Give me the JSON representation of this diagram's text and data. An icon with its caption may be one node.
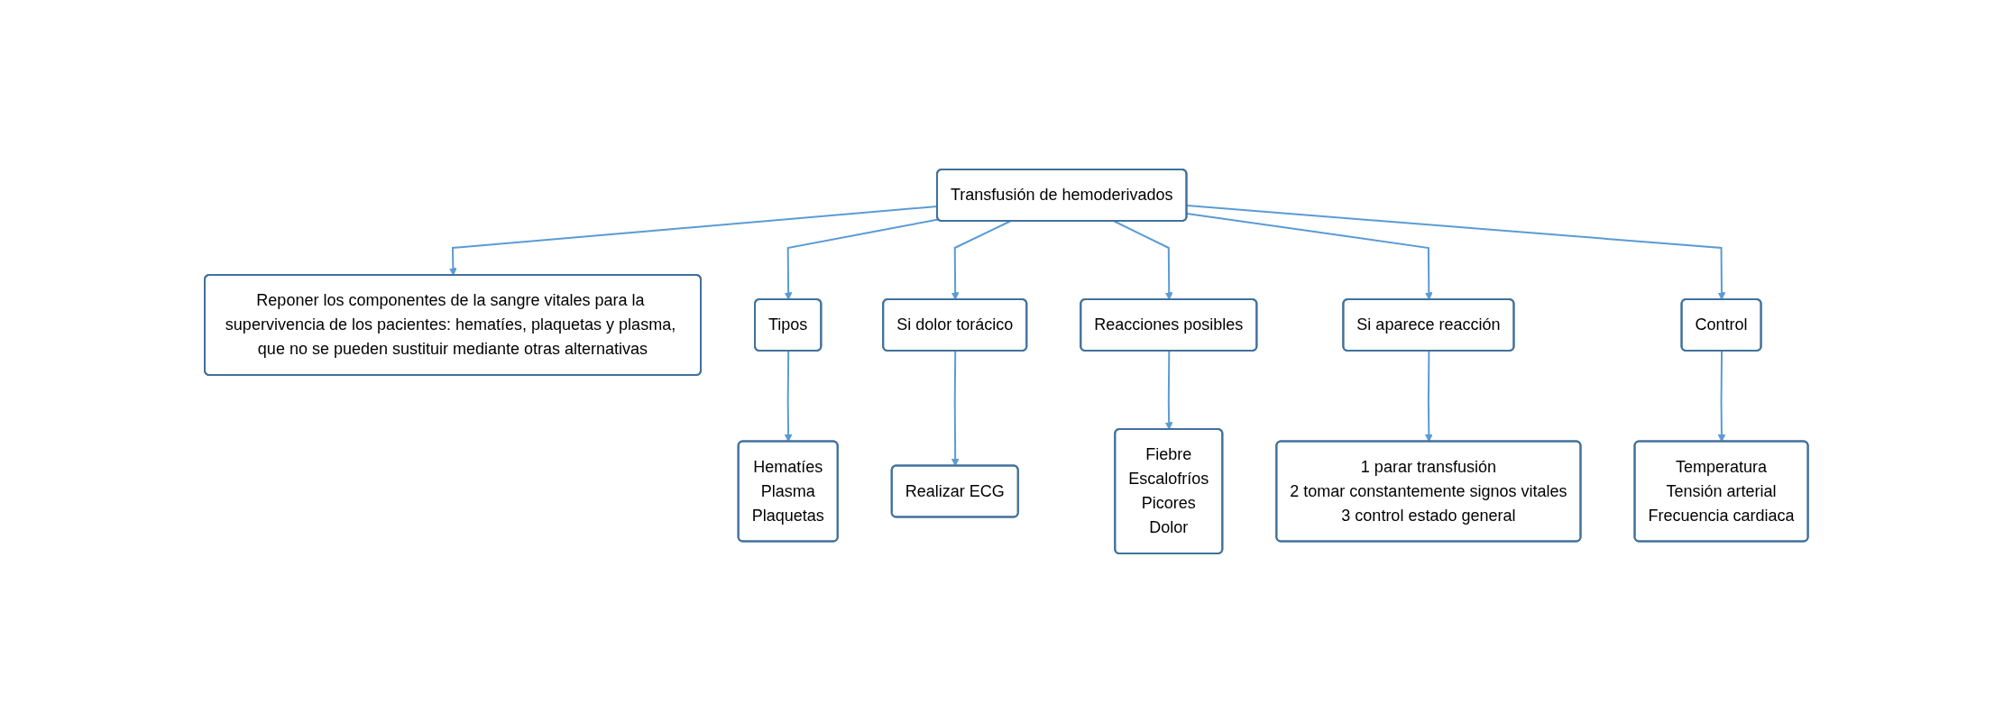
{
  "diagram": {
    "nodes": [
      {
        "text": [
          "Transfusión de hemoderivados"
        ]
      },
      {
        "text": [
          "Reponer los componentes de la sangre vitales para la supervivencia de los pacientes: hematíes, plaquetas y plasma, que no se pueden sustituir mediante otras alternativas"
        ]
      },
      {
        "text": [
          "Tipos"
        ]
      },
      {
        "text": [
          "Si dolor torácico"
        ]
      },
      {
        "text": [
          "Reacciones posibles"
        ]
      },
      {
        "text": [
          "Si aparece reacción"
        ]
      },
      {
        "text": [
          "Control"
        ]
      },
      {
        "text": [
          "Hematíes",
          "Plasma",
          "Plaquetas"
        ]
      },
      {
        "text": [
          "Realizar ECG"
        ]
      },
      {
        "text": [
          "Fiebre",
          "Escalofríos",
          "Picores",
          "Dolor"
        ]
      },
      {
        "text": [
          "1 parar transfusión",
          "2 tomar constantemente signos vitales",
          "3 control estado general"
        ]
      },
      {
        "text": [
          "Temperatura",
          "Tensión arterial",
          "Frecuencia cardiaca"
        ]
      }
    ],
    "edges": [
      {
        "from": 0,
        "to": 1,
        "arrow": "to"
      },
      {
        "from": 0,
        "to": 2,
        "arrow": "to"
      },
      {
        "from": 0,
        "to": 3,
        "arrow": "to"
      },
      {
        "from": 0,
        "to": 4,
        "arrow": "to"
      },
      {
        "from": 0,
        "to": 5,
        "arrow": "to"
      },
      {
        "from": 0,
        "to": 6,
        "arrow": "to"
      },
      {
        "from": 2,
        "to": 7,
        "arrow": "to"
      },
      {
        "from": 3,
        "to": 8,
        "arrow": "to"
      },
      {
        "from": 4,
        "to": 9,
        "arrow": "to"
      },
      {
        "from": 5,
        "to": 10,
        "arrow": "to"
      },
      {
        "from": 6,
        "to": 11,
        "arrow": "to"
      }
    ]
  }
}
